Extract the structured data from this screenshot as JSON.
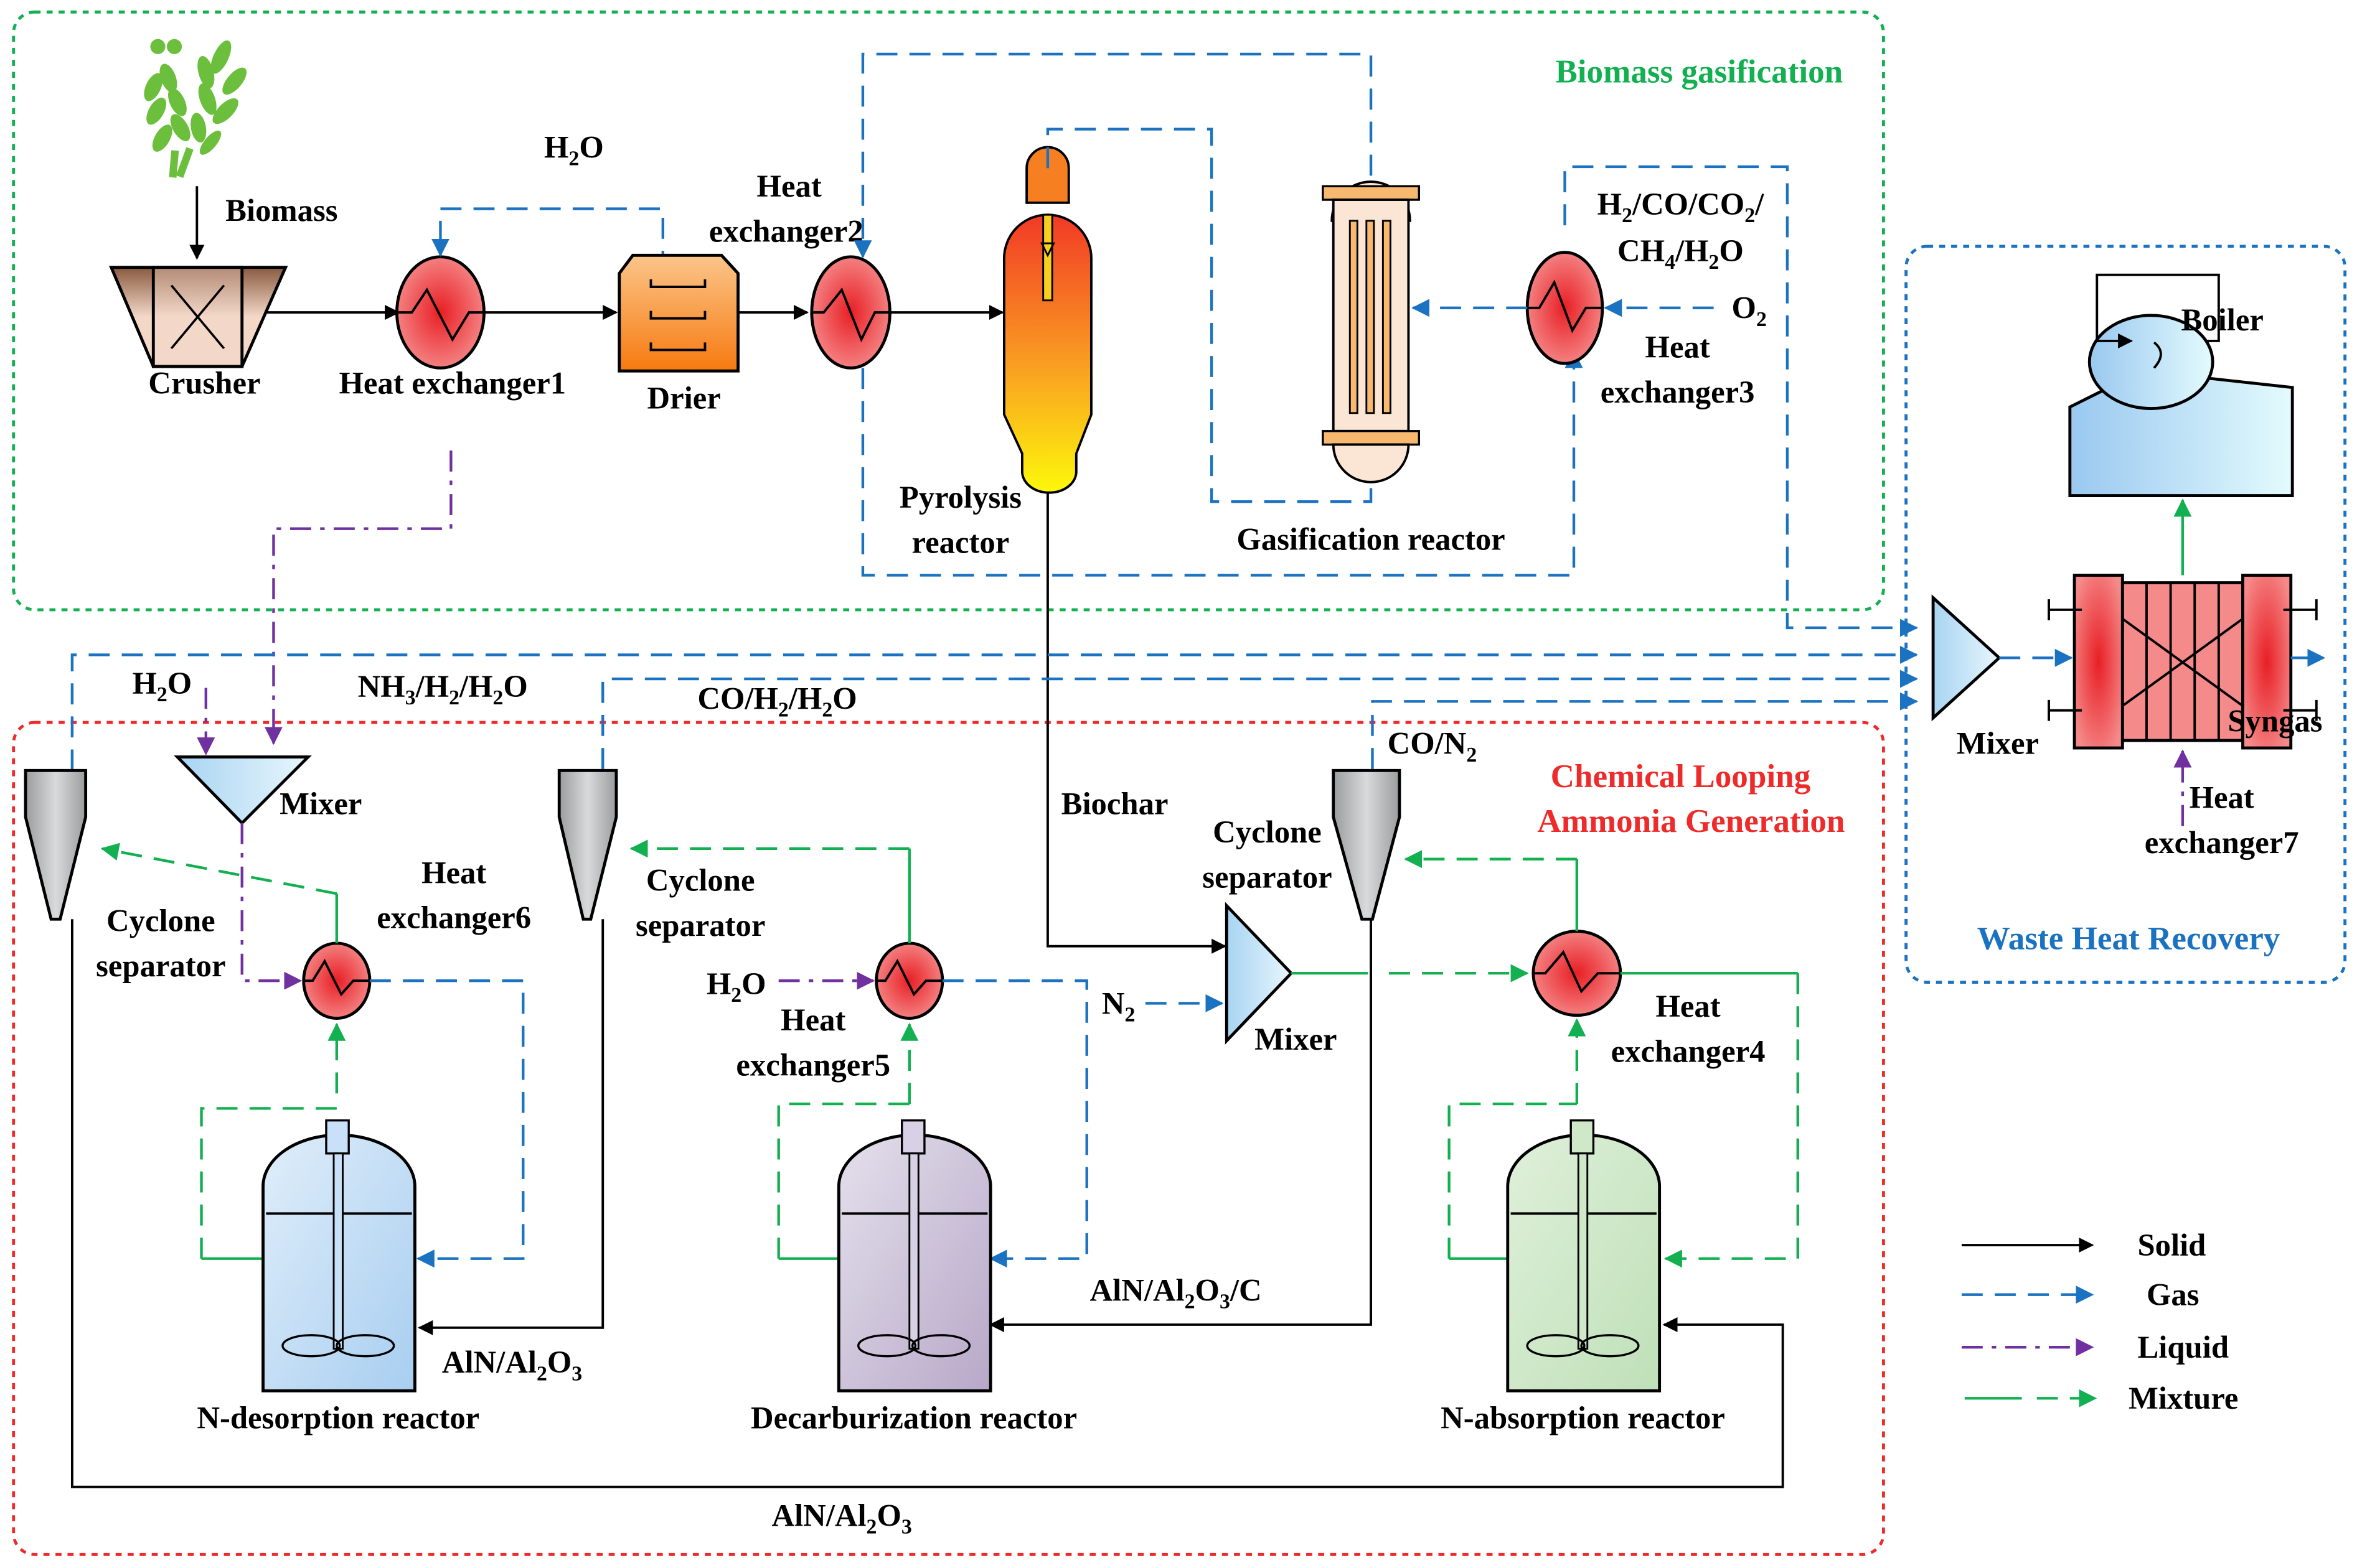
{
  "regions": {
    "biomass_gasification": {
      "title": "Biomass gasification",
      "color": "#12b050"
    },
    "chemical_looping": {
      "title_line1": "Chemical Looping",
      "title_line2": "Ammonia Generation",
      "color": "#ee2b2b"
    },
    "waste_heat_recovery": {
      "title": "Waste Heat Recovery",
      "color": "#1a72c0"
    }
  },
  "units": {
    "biomass": "Biomass",
    "crusher": "Crusher",
    "heat_exchanger1": "Heat exchanger1",
    "drier": "Drier",
    "heat_exchanger2_line1": "Heat",
    "heat_exchanger2_line2": "exchanger2",
    "pyrolysis_line1": "Pyrolysis",
    "pyrolysis_line2": "reactor",
    "gasification_reactor": "Gasification reactor",
    "heat_exchanger3_line1": "Heat",
    "heat_exchanger3_line2": "exchanger3",
    "boiler": "Boiler",
    "mixer_whr": "Mixer",
    "syngas": "Syngas",
    "heat_exchanger7_line1": "Heat",
    "heat_exchanger7_line2": "exchanger7",
    "mixer_top": "Mixer",
    "cyclone1_line1": "Cyclone",
    "cyclone1_line2": "separator",
    "heat_exchanger6_line1": "Heat",
    "heat_exchanger6_line2": "exchanger6",
    "cyclone2_line1": "Cyclone",
    "cyclone2_line2": "separator",
    "heat_exchanger5_line1": "Heat",
    "heat_exchanger5_line2": "exchanger5",
    "biochar": "Biochar",
    "cyclone3_line1": "Cyclone",
    "cyclone3_line2": "separator",
    "mixer_n2": "Mixer",
    "heat_exchanger4_line1": "Heat",
    "heat_exchanger4_line2": "exchanger4",
    "n_desorption": "N-desorption reactor",
    "decarburization": "Decarburization reactor",
    "n_absorption": "N-absorption reactor"
  },
  "streams": {
    "h2o_top": {
      "main": "H",
      "sub": "2",
      "rest": "O"
    },
    "o2": {
      "main": "O",
      "sub": "2"
    },
    "gas_product": {
      "line1": "H2/CO/CO2/",
      "line2": "CH4/H2O"
    },
    "h2o_left": "H2O",
    "nh3": "NH3/H2/H2O",
    "co_h2_h2o": "CO/H2/H2O",
    "co_n2": "CO/N2",
    "h2o_hx5": "H2O",
    "n2": "N2",
    "aln_al2o3_c": "AlN/Al2O3/C",
    "aln_al2o3_mid": "AlN/Al2O3",
    "aln_al2o3_bottom": "AlN/Al2O3"
  },
  "legend": [
    {
      "label": "Solid",
      "color": "#000000"
    },
    {
      "label": "Gas",
      "color": "#1a72c0"
    },
    {
      "label": "Liquid",
      "color": "#7030a0"
    },
    {
      "label": "Mixture",
      "color": "#12b050"
    }
  ]
}
